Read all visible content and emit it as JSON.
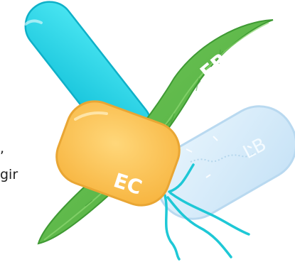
{
  "labels": {
    "flavobacterium": "FB",
    "lactobacillus": "LB",
    "ecoli": "EC"
  },
  "edge_text": {
    "line1": ",",
    "line2": "gir"
  },
  "colors": {
    "cyan_rod": "#1fd3e6",
    "green_leaf": "#5cb94a",
    "ice_rod": "#d6ebfa",
    "yellow_cell": "#ffc85a",
    "flagella": "#1ec8d6"
  },
  "icons": [
    "cyan-bacillus-icon",
    "green-spindle-bacterium-icon",
    "pale-blue-bacillus-icon",
    "yellow-coccobacillus-icon"
  ]
}
